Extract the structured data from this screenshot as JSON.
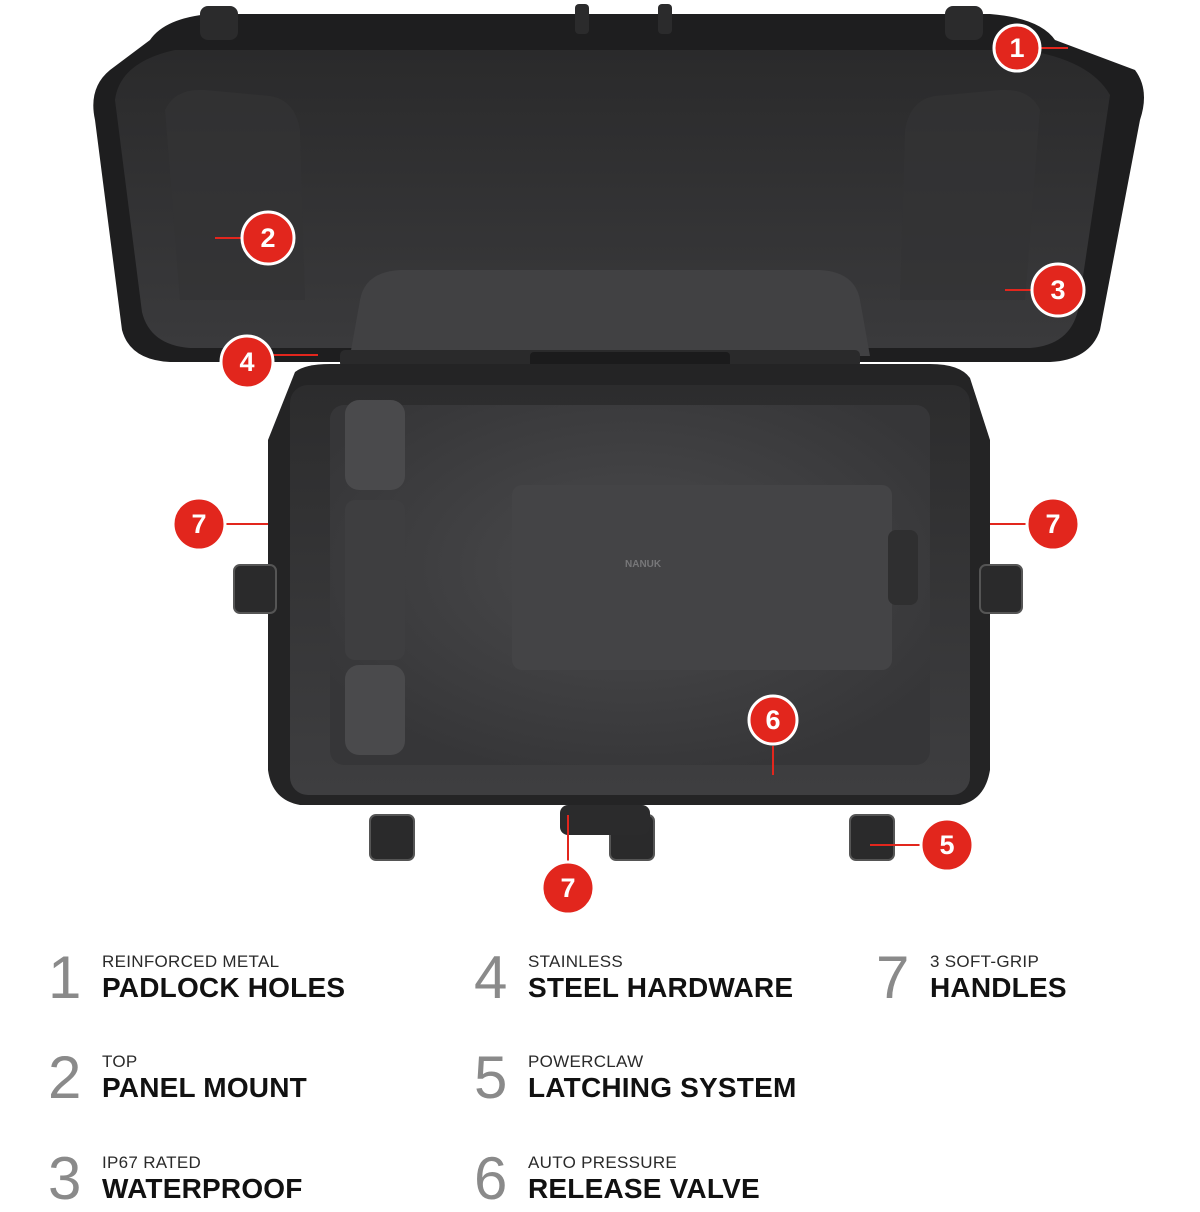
{
  "case": {
    "brand_label": "NANUK",
    "colors": {
      "shell": "#232324",
      "interior": "#3a3a3b",
      "marker": "#e2261d"
    }
  },
  "markers": [
    "1",
    "2",
    "3",
    "4",
    "5",
    "6",
    "7",
    "7",
    "7"
  ],
  "features": [
    {
      "number": "1",
      "kicker": "REINFORCED METAL",
      "title": "PADLOCK HOLES"
    },
    {
      "number": "2",
      "kicker": "TOP",
      "title": "PANEL MOUNT"
    },
    {
      "number": "3",
      "kicker": "IP67 RATED",
      "title": "WATERPROOF"
    },
    {
      "number": "4",
      "kicker": "STAINLESS",
      "title": "STEEL HARDWARE"
    },
    {
      "number": "5",
      "kicker": "POWERCLAW",
      "title": "LATCHING SYSTEM"
    },
    {
      "number": "6",
      "kicker": "AUTO PRESSURE",
      "title": "RELEASE VALVE"
    },
    {
      "number": "7",
      "kicker": "3 SOFT-GRIP",
      "title": "HANDLES"
    }
  ]
}
